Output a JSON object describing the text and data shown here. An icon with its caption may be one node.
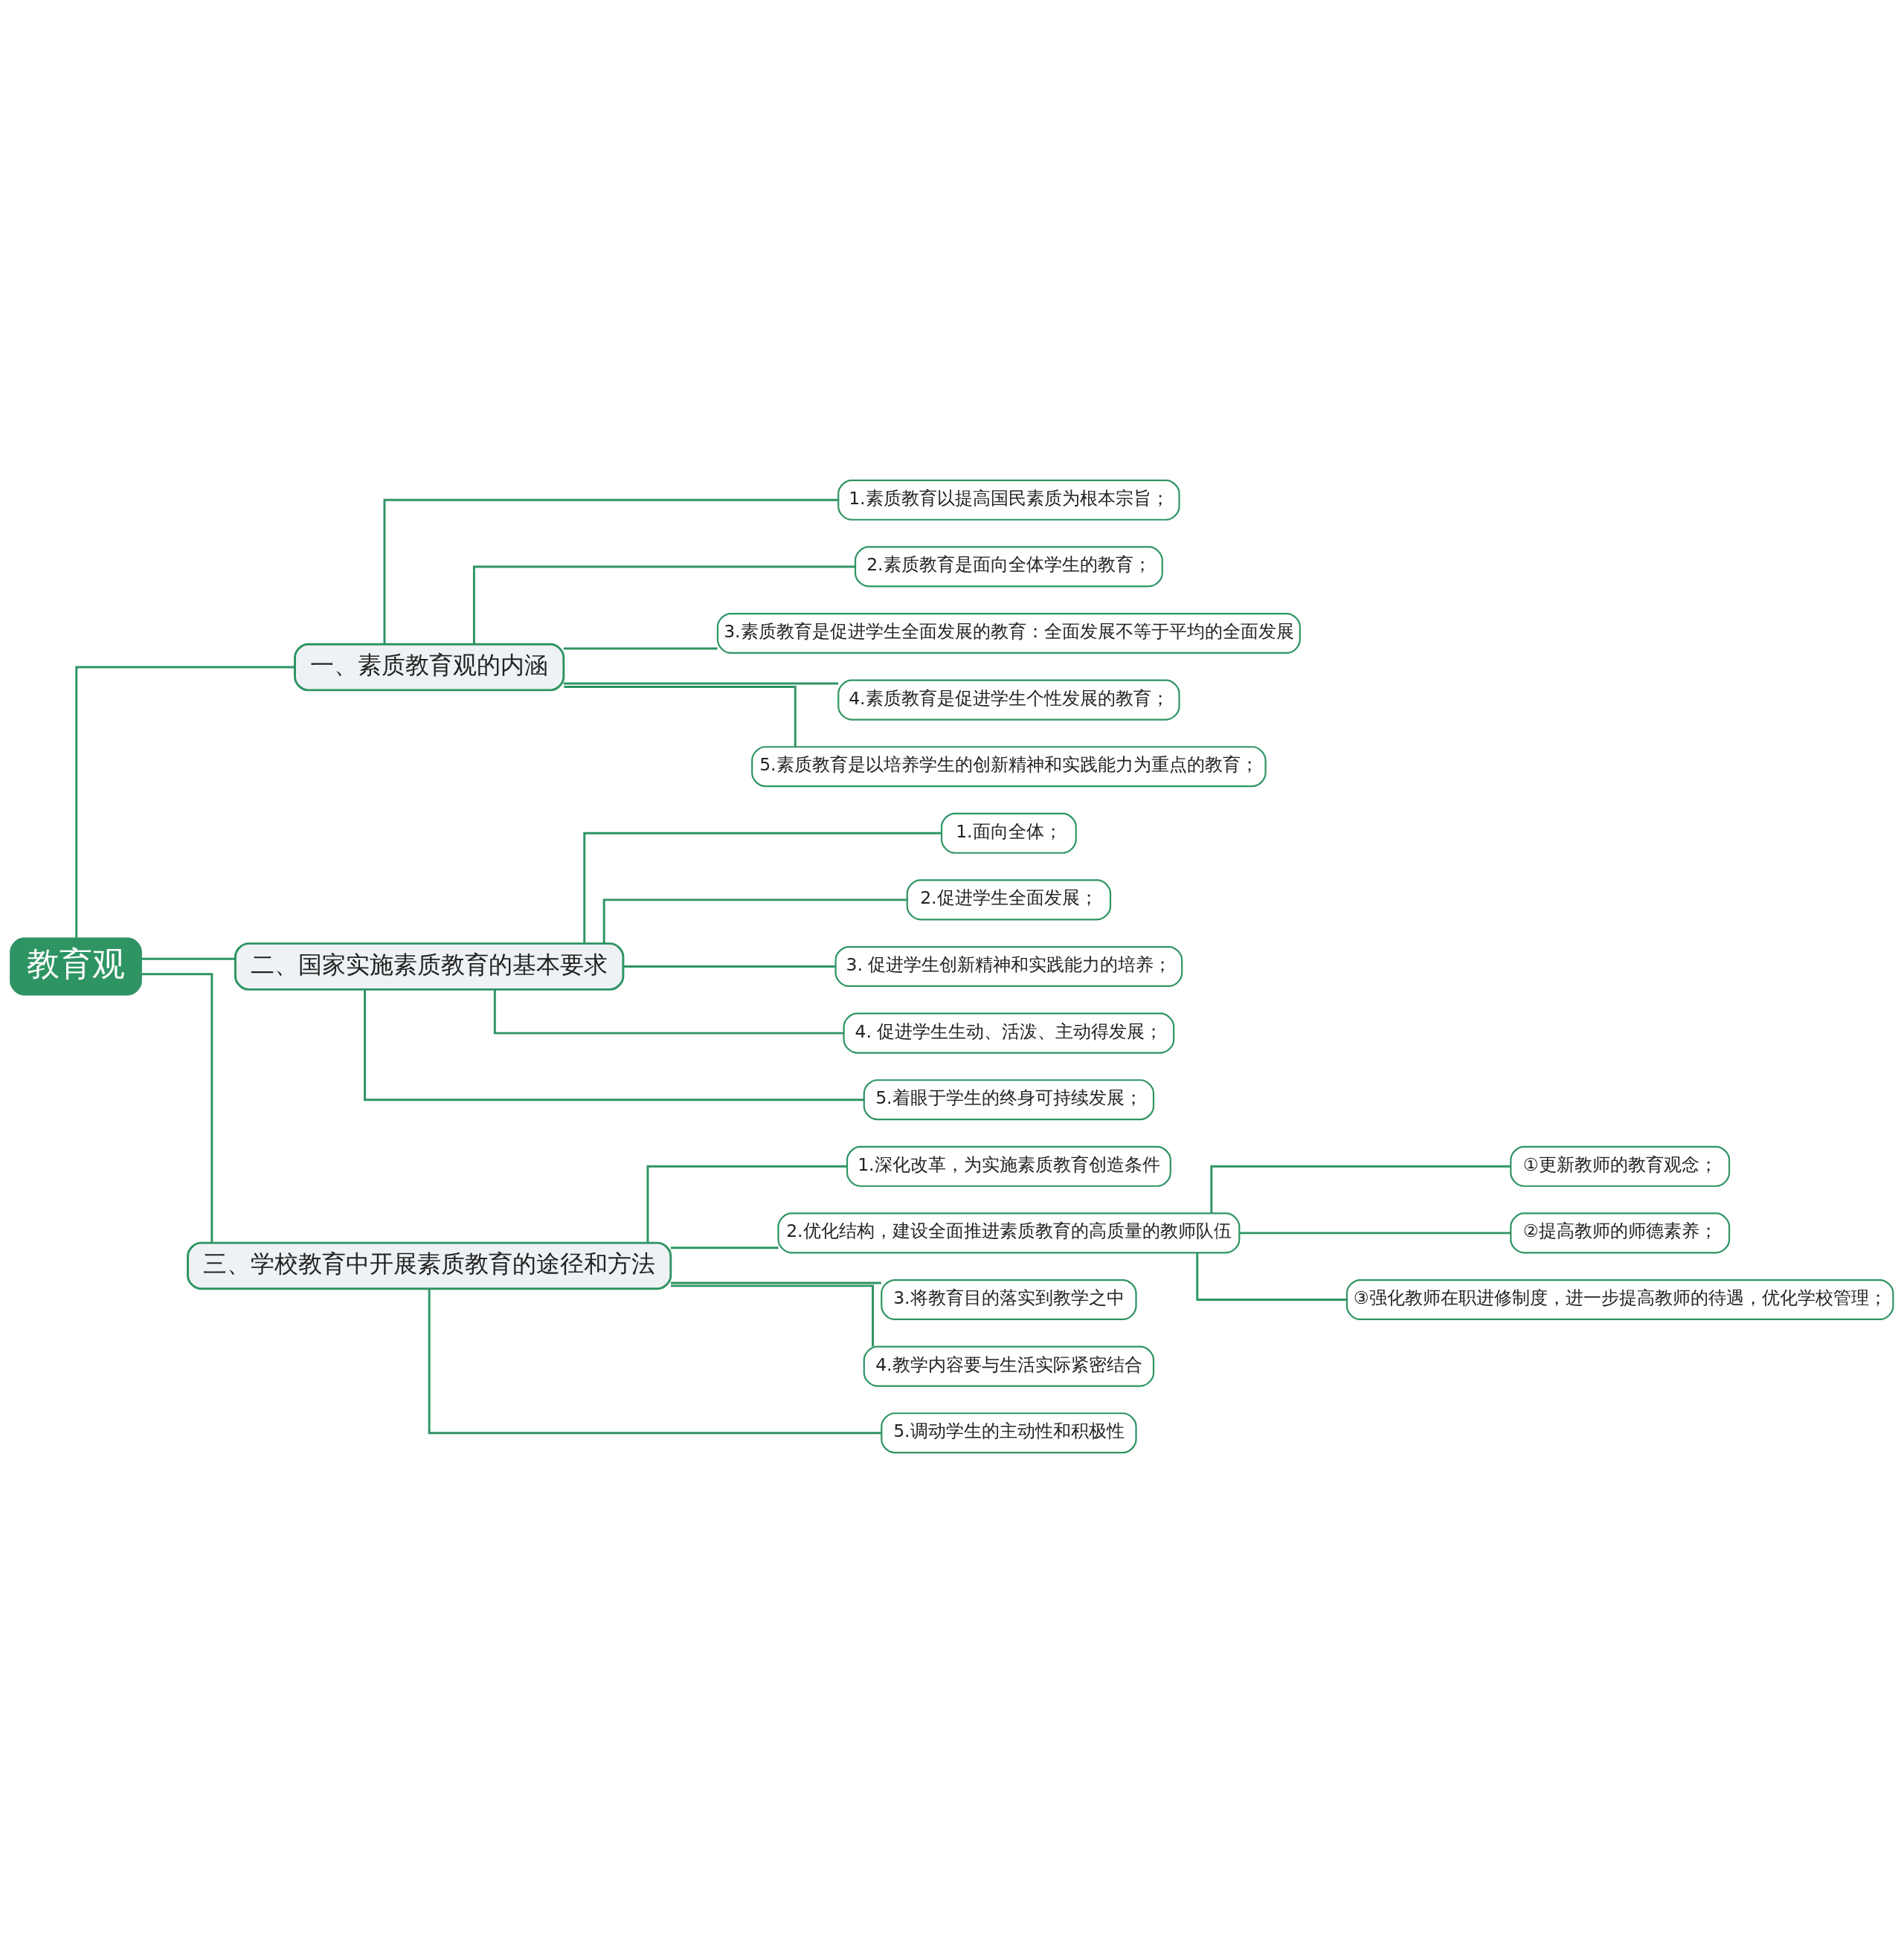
{
  "diagram": {
    "nodes": [
      {
        "text": [
          "教育观"
        ]
      },
      {
        "text": [
          "一、素质教育观的内涵"
        ]
      },
      {
        "text": [
          "1.素质教育以提高国民素质为根本宗旨；"
        ]
      },
      {
        "text": [
          "2.素质教育是面向全体学生的教育；"
        ]
      },
      {
        "text": [
          "3.素质教育是促进学生全面发展的教育：全面发展不等于平均的全面发展"
        ]
      },
      {
        "text": [
          "4.素质教育是促进学生个性发展的教育；"
        ]
      },
      {
        "text": [
          "5.素质教育是以培养学生的创新精神和实践能力为重点的教育；"
        ]
      },
      {
        "text": [
          "二、国家实施素质教育的基本要求"
        ]
      },
      {
        "text": [
          "1.面向全体；"
        ]
      },
      {
        "text": [
          "2.促进学生全面发展；"
        ]
      },
      {
        "text": [
          "3. 促进学生创新精神和实践能力的培养；"
        ]
      },
      {
        "text": [
          "4. 促进学生生动、活泼、主动得发展；"
        ]
      },
      {
        "text": [
          "5.着眼于学生的终身可持续发展；"
        ]
      },
      {
        "text": [
          "三、学校教育中开展素质教育的途径和方法"
        ]
      },
      {
        "text": [
          "1.深化改革，为实施素质教育创造条件"
        ]
      },
      {
        "text": [
          "2.优化结构，建设全面推进素质教育的高质量的教师队伍"
        ]
      },
      {
        "text": [
          "①更新教师的教育观念；"
        ]
      },
      {
        "text": [
          "②提高教师的师德素养；"
        ]
      },
      {
        "text": [
          "③强化教师在职进修制度，进一步提高教师的待遇，优化学校管理；"
        ]
      },
      {
        "text": [
          "3.将教育目的落实到教学之中"
        ]
      },
      {
        "text": [
          "4.教学内容要与生活实际紧密结合"
        ]
      },
      {
        "text": [
          "5.调动学生的主动性和积极性"
        ]
      }
    ],
    "edges": [
      {
        "from": 0,
        "to": 1,
        "arrow": "none"
      },
      {
        "from": 1,
        "to": 2,
        "arrow": "none"
      },
      {
        "from": 1,
        "to": 3,
        "arrow": "none"
      },
      {
        "from": 1,
        "to": 4,
        "arrow": "none"
      },
      {
        "from": 1,
        "to": 5,
        "arrow": "none"
      },
      {
        "from": 1,
        "to": 6,
        "arrow": "none"
      },
      {
        "from": 0,
        "to": 7,
        "arrow": "none"
      },
      {
        "from": 7,
        "to": 8,
        "arrow": "none"
      },
      {
        "from": 7,
        "to": 9,
        "arrow": "none"
      },
      {
        "from": 7,
        "to": 10,
        "arrow": "none"
      },
      {
        "from": 7,
        "to": 11,
        "arrow": "none"
      },
      {
        "from": 7,
        "to": 12,
        "arrow": "none"
      },
      {
        "from": 0,
        "to": 13,
        "arrow": "none"
      },
      {
        "from": 13,
        "to": 14,
        "arrow": "none"
      },
      {
        "from": 13,
        "to": 15,
        "arrow": "none"
      },
      {
        "from": 15,
        "to": 16,
        "arrow": "none"
      },
      {
        "from": 15,
        "to": 17,
        "arrow": "none"
      },
      {
        "from": 15,
        "to": 18,
        "arrow": "none"
      },
      {
        "from": 13,
        "to": 19,
        "arrow": "none"
      },
      {
        "from": 13,
        "to": 20,
        "arrow": "none"
      },
      {
        "from": 13,
        "to": 21,
        "arrow": "none"
      }
    ]
  }
}
